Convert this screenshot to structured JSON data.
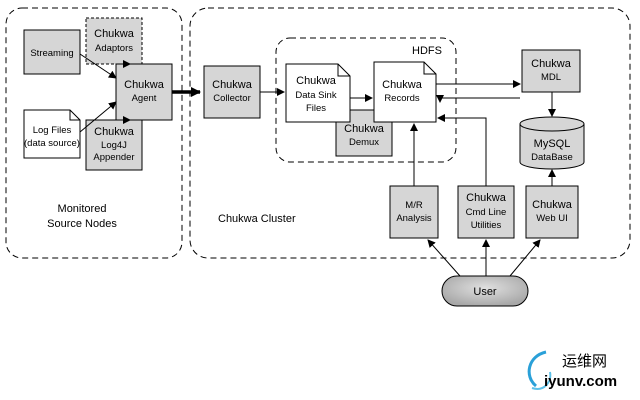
{
  "regions": {
    "source_nodes": {
      "line1": "Monitored",
      "line2": "Source  Nodes"
    },
    "cluster": {
      "label": "Chukwa Cluster"
    },
    "hdfs": {
      "label": "HDFS"
    }
  },
  "nodes": {
    "streaming": {
      "line1": "Streaming"
    },
    "adaptors": {
      "line1": "Chukwa",
      "line2": "Adaptors"
    },
    "agent": {
      "line1": "Chukwa",
      "line2": "Agent"
    },
    "log_files": {
      "line1": "Log Files",
      "line2": "(data source)"
    },
    "log4j": {
      "line1": "Chukwa",
      "line2": "Log4J",
      "line3": "Appender"
    },
    "collector": {
      "line1": "Chukwa",
      "line2": "Collector"
    },
    "sink_files": {
      "line1": "Chukwa",
      "line2": "Data Sink",
      "line3": "Files"
    },
    "records": {
      "line1": "Chukwa",
      "line2": "Records"
    },
    "demux": {
      "line1": "Chukwa",
      "line2": "Demux"
    },
    "mdl": {
      "line1": "Chukwa",
      "line2": "MDL"
    },
    "mysql": {
      "line1": "MySQL",
      "line2": "DataBase"
    },
    "mr": {
      "line1": "M/R",
      "line2": "Analysis"
    },
    "cmd": {
      "line1": "Chukwa",
      "line2": "Cmd Line",
      "line3": "Utilities"
    },
    "webui": {
      "line1": "Chukwa",
      "line2": "Web UI"
    },
    "user": {
      "line1": "User"
    }
  },
  "watermark": {
    "brand": "运维网",
    "domain": "iyunv.com"
  }
}
